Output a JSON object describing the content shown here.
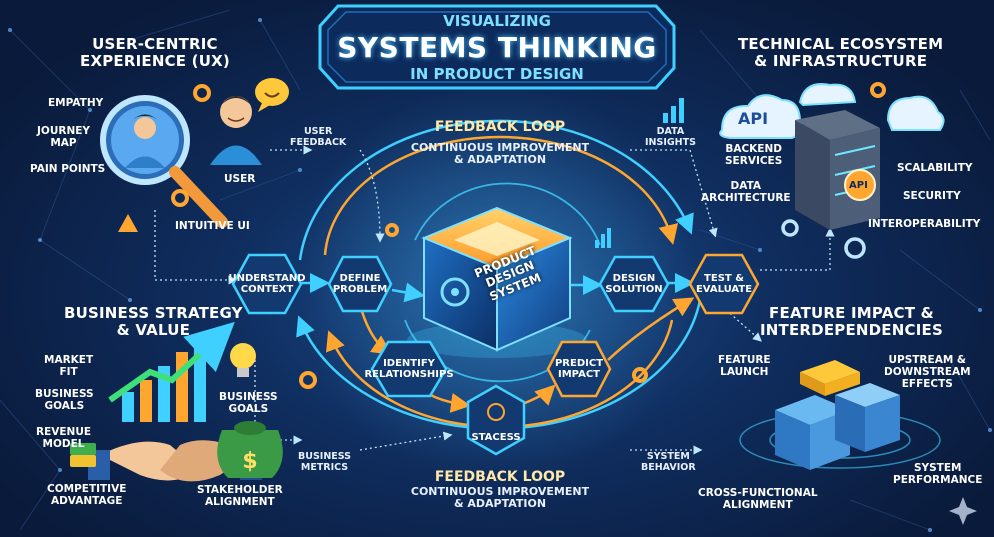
{
  "title": {
    "line1": "VISUALIZING",
    "line2": "SYSTEMS THINKING",
    "line3": "IN PRODUCT DESIGN"
  },
  "sections": {
    "ux": {
      "heading1": "USER-CENTRIC",
      "heading2": "EXPERIENCE (UX)",
      "empathy": "EMPATHY",
      "journey1": "JOURNEY",
      "journey2": "MAP",
      "pain": "PAIN POINTS",
      "user": "USER",
      "intuitive": "INTUITIVE UI"
    },
    "tech": {
      "heading1": "TECHNICAL ECOSYSTEM",
      "heading2": "& INFRASTRUCTURE",
      "api1": "API",
      "api2": "API",
      "backend1": "BACKEND",
      "backend2": "SERVICES",
      "data1": "DATA",
      "data2": "ARCHITECTURE",
      "scalability": "SCALABILITY",
      "security": "SECURITY",
      "interop": "INTEROPERABILITY"
    },
    "business": {
      "heading1": "BUSINESS STRATEGY",
      "heading2": "& VALUE",
      "market1": "MARKET",
      "market2": "FIT",
      "bgoals1": "BUSINESS",
      "bgoals2": "GOALS",
      "revenue1": "REVENUE",
      "revenue2": "MODEL",
      "bgoals_r1": "BUSINESS",
      "bgoals_r2": "GOALS",
      "competitive1": "COMPETITIVE",
      "competitive2": "ADVANTAGE",
      "stakeholder1": "STAKEHOLDER",
      "stakeholder2": "ALIGNMENT"
    },
    "feature": {
      "heading1": "FEATURE IMPACT &",
      "heading2": "INTERDEPENDENCIES",
      "launch1": "FEATURE",
      "launch2": "LAUNCH",
      "upstream1": "UPSTREAM &",
      "upstream2": "DOWNSTREAM",
      "upstream3": "EFFECTS",
      "perf1": "SYSTEM",
      "perf2": "PERFORMANCE",
      "cross1": "CROSS-FUNCTIONAL",
      "cross2": "ALIGNMENT"
    }
  },
  "flow": {
    "user_feedback1": "USER",
    "user_feedback2": "FEEDBACK",
    "data_insights1": "DATA",
    "data_insights2": "INSIGHTS",
    "business_metrics1": "BUSINESS",
    "business_metrics2": "METRICS",
    "system_behavior1": "SYSTEM",
    "system_behavior2": "BEHAVIOR"
  },
  "loops": {
    "top_title": "FEEDBACK LOOP",
    "top_sub1": "CONTINUOUS IMPROVEMENT",
    "top_sub2": "& ADAPTATION",
    "bottom_title": "FEEDBACK LOOP",
    "bottom_sub1": "CONTINUOUS IMPROVEMENT",
    "bottom_sub2": "& ADAPTATION"
  },
  "nodes": {
    "understand1": "UNDERSTAND",
    "understand2": "CONTEXT",
    "define1": "DEFINE",
    "define2": "PROBLEM",
    "identify1": "IDENTIFY",
    "identify2": "RELATIONSHIPS",
    "stacess": "STACESS",
    "predict1": "PREDICT",
    "predict2": "IMPACT",
    "design1": "DESIGN",
    "design2": "SOLUTION",
    "test1": "TEST &",
    "test2": "EVALUATE"
  },
  "core": {
    "line1": "PRODUCT",
    "line2": "DESIGN",
    "line3": "SYSTEM"
  },
  "colors": {
    "background": "#0a1a3a",
    "cyan": "#3fd0ff",
    "orange": "#ffa630",
    "hex_fill": "#123a70"
  },
  "icons": [
    "magnifier-icon",
    "user-avatar-icon",
    "gear-icon",
    "speech-bubble-icon",
    "cloud-api-icon",
    "server-icon",
    "bar-chart-icon",
    "handshake-icon",
    "money-bag-icon",
    "lightbulb-icon",
    "puzzle-icon",
    "cube-icon",
    "sparkle-icon"
  ]
}
